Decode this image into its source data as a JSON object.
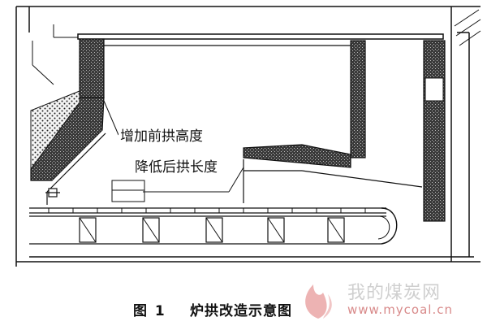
{
  "annotations": {
    "front_arch": "增加前拱高度",
    "rear_arch": "降低后拱长度"
  },
  "caption": {
    "number": "图 1",
    "title": "炉拱改造示意图"
  },
  "watermark": {
    "site_name": "我的煤炭网",
    "url": "www.mycoal.cn",
    "logo": "flame-logo"
  },
  "colors": {
    "line": "#111111",
    "watermark_text": "#cfcfcf",
    "watermark_url": "#d88a8a",
    "logo_flame": "#e8a0a0"
  }
}
